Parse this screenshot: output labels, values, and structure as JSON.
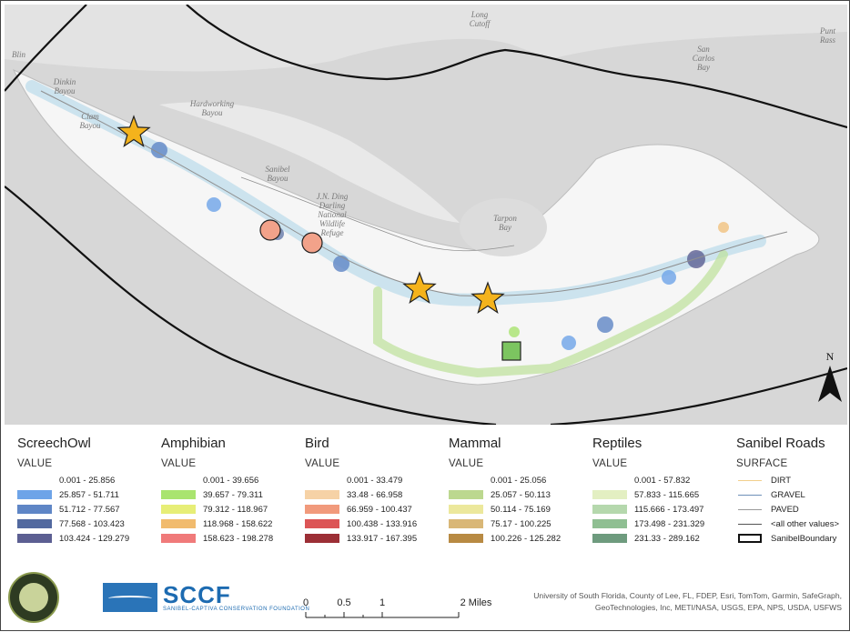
{
  "map": {
    "place_labels": [
      {
        "id": "long-cutoff",
        "text": "Long\nCutoff"
      },
      {
        "id": "san-carlos-bay",
        "text": "San\nCarlos\nBay"
      },
      {
        "id": "punta-rassa",
        "text": "Punt\nRass"
      },
      {
        "id": "blind-pass",
        "text": "Blin"
      },
      {
        "id": "dinkin-bayou",
        "text": "Dinkin\nBayou"
      },
      {
        "id": "clam-bayou",
        "text": "Clam\nBayou"
      },
      {
        "id": "hardworking-bayou",
        "text": "Hardworking\nBayou"
      },
      {
        "id": "sanibel-bayou",
        "text": "Sanibel\nBayou"
      },
      {
        "id": "ding-darling",
        "text": "J.N. Ding\nDarling\nNational\nWildlife\nRefuge"
      },
      {
        "id": "tarpon-bay",
        "text": "Tarpon\nBay"
      }
    ],
    "markers": [
      {
        "kind": "star",
        "color": "#f4b31c"
      },
      {
        "kind": "star",
        "color": "#f4b31c"
      },
      {
        "kind": "star",
        "color": "#f4b31c"
      },
      {
        "kind": "circle",
        "color": "#f2a28a"
      },
      {
        "kind": "circle",
        "color": "#f2a28a"
      },
      {
        "kind": "square",
        "color": "#7cc560"
      }
    ],
    "north_label": "N"
  },
  "legend": {
    "groups": [
      {
        "title": "ScreechOwl",
        "subtitle": "VALUE",
        "items": [
          {
            "label": "0.001 - 25.856",
            "color": ""
          },
          {
            "label": "25.857 - 51.711",
            "color": "#6ea4e8"
          },
          {
            "label": "51.712 - 77.567",
            "color": "#5f86c6"
          },
          {
            "label": "77.568 - 103.423",
            "color": "#52699f"
          },
          {
            "label": "103.424 - 129.279",
            "color": "#5c5f92"
          }
        ]
      },
      {
        "title": "Amphibian",
        "subtitle": "VALUE",
        "items": [
          {
            "label": "0.001 - 39.656",
            "color": ""
          },
          {
            "label": "39.657 - 79.311",
            "color": "#a9e46f"
          },
          {
            "label": "79.312 - 118.967",
            "color": "#e7ee77"
          },
          {
            "label": "118.968 - 158.622",
            "color": "#f1bb6e"
          },
          {
            "label": "158.623 - 198.278",
            "color": "#f07a7a"
          }
        ]
      },
      {
        "title": "Bird",
        "subtitle": "VALUE",
        "items": [
          {
            "label": "0.001 - 33.479",
            "color": ""
          },
          {
            "label": "33.48 - 66.958",
            "color": "#f6d2a6"
          },
          {
            "label": "66.959 - 100.437",
            "color": "#f19a7c"
          },
          {
            "label": "100.438 - 133.916",
            "color": "#dc5556"
          },
          {
            "label": "133.917 - 167.395",
            "color": "#9c2f36"
          }
        ]
      },
      {
        "title": "Mammal",
        "subtitle": "VALUE",
        "items": [
          {
            "label": "0.001 - 25.056",
            "color": ""
          },
          {
            "label": "25.057 - 50.113",
            "color": "#bcd88f"
          },
          {
            "label": "50.114 - 75.169",
            "color": "#ece89c"
          },
          {
            "label": "75.17 - 100.225",
            "color": "#d9b777"
          },
          {
            "label": "100.226 - 125.282",
            "color": "#b88a43"
          }
        ]
      },
      {
        "title": "Reptiles",
        "subtitle": "VALUE",
        "items": [
          {
            "label": "0.001 - 57.832",
            "color": ""
          },
          {
            "label": "57.833 - 115.665",
            "color": "#e3efc2"
          },
          {
            "label": "115.666 - 173.497",
            "color": "#b5d8ad"
          },
          {
            "label": "173.498 - 231.329",
            "color": "#8fbf92"
          },
          {
            "label": "231.33 - 289.162",
            "color": "#6e9b7e"
          }
        ]
      }
    ],
    "roads": {
      "title": "Sanibel Roads",
      "subtitle": "SURFACE",
      "items": [
        {
          "label": "DIRT",
          "kind": "line",
          "color": "#f2cf8c"
        },
        {
          "label": "GRAVEL",
          "kind": "line",
          "color": "#6e8fb8"
        },
        {
          "label": "PAVED",
          "kind": "line",
          "color": "#9a9a9a"
        },
        {
          "label": "<all other values>",
          "kind": "line",
          "color": "#555555"
        },
        {
          "label": "SanibelBoundary",
          "kind": "box",
          "color": "#111111"
        }
      ]
    }
  },
  "footer": {
    "logo_brand": "SCCF",
    "logo_tagline": "SANIBEL-CAPTIVA CONSERVATION FOUNDATION",
    "scale_labels": [
      "0",
      "0.5",
      "1",
      "2 Miles"
    ],
    "attribution": "University of South Florida, County of Lee, FL, FDEP, Esri, TomTom, Garmin, SafeGraph, GeoTechnologies, Inc, METI/NASA, USGS, EPA, NPS, USDA, USFWS"
  }
}
